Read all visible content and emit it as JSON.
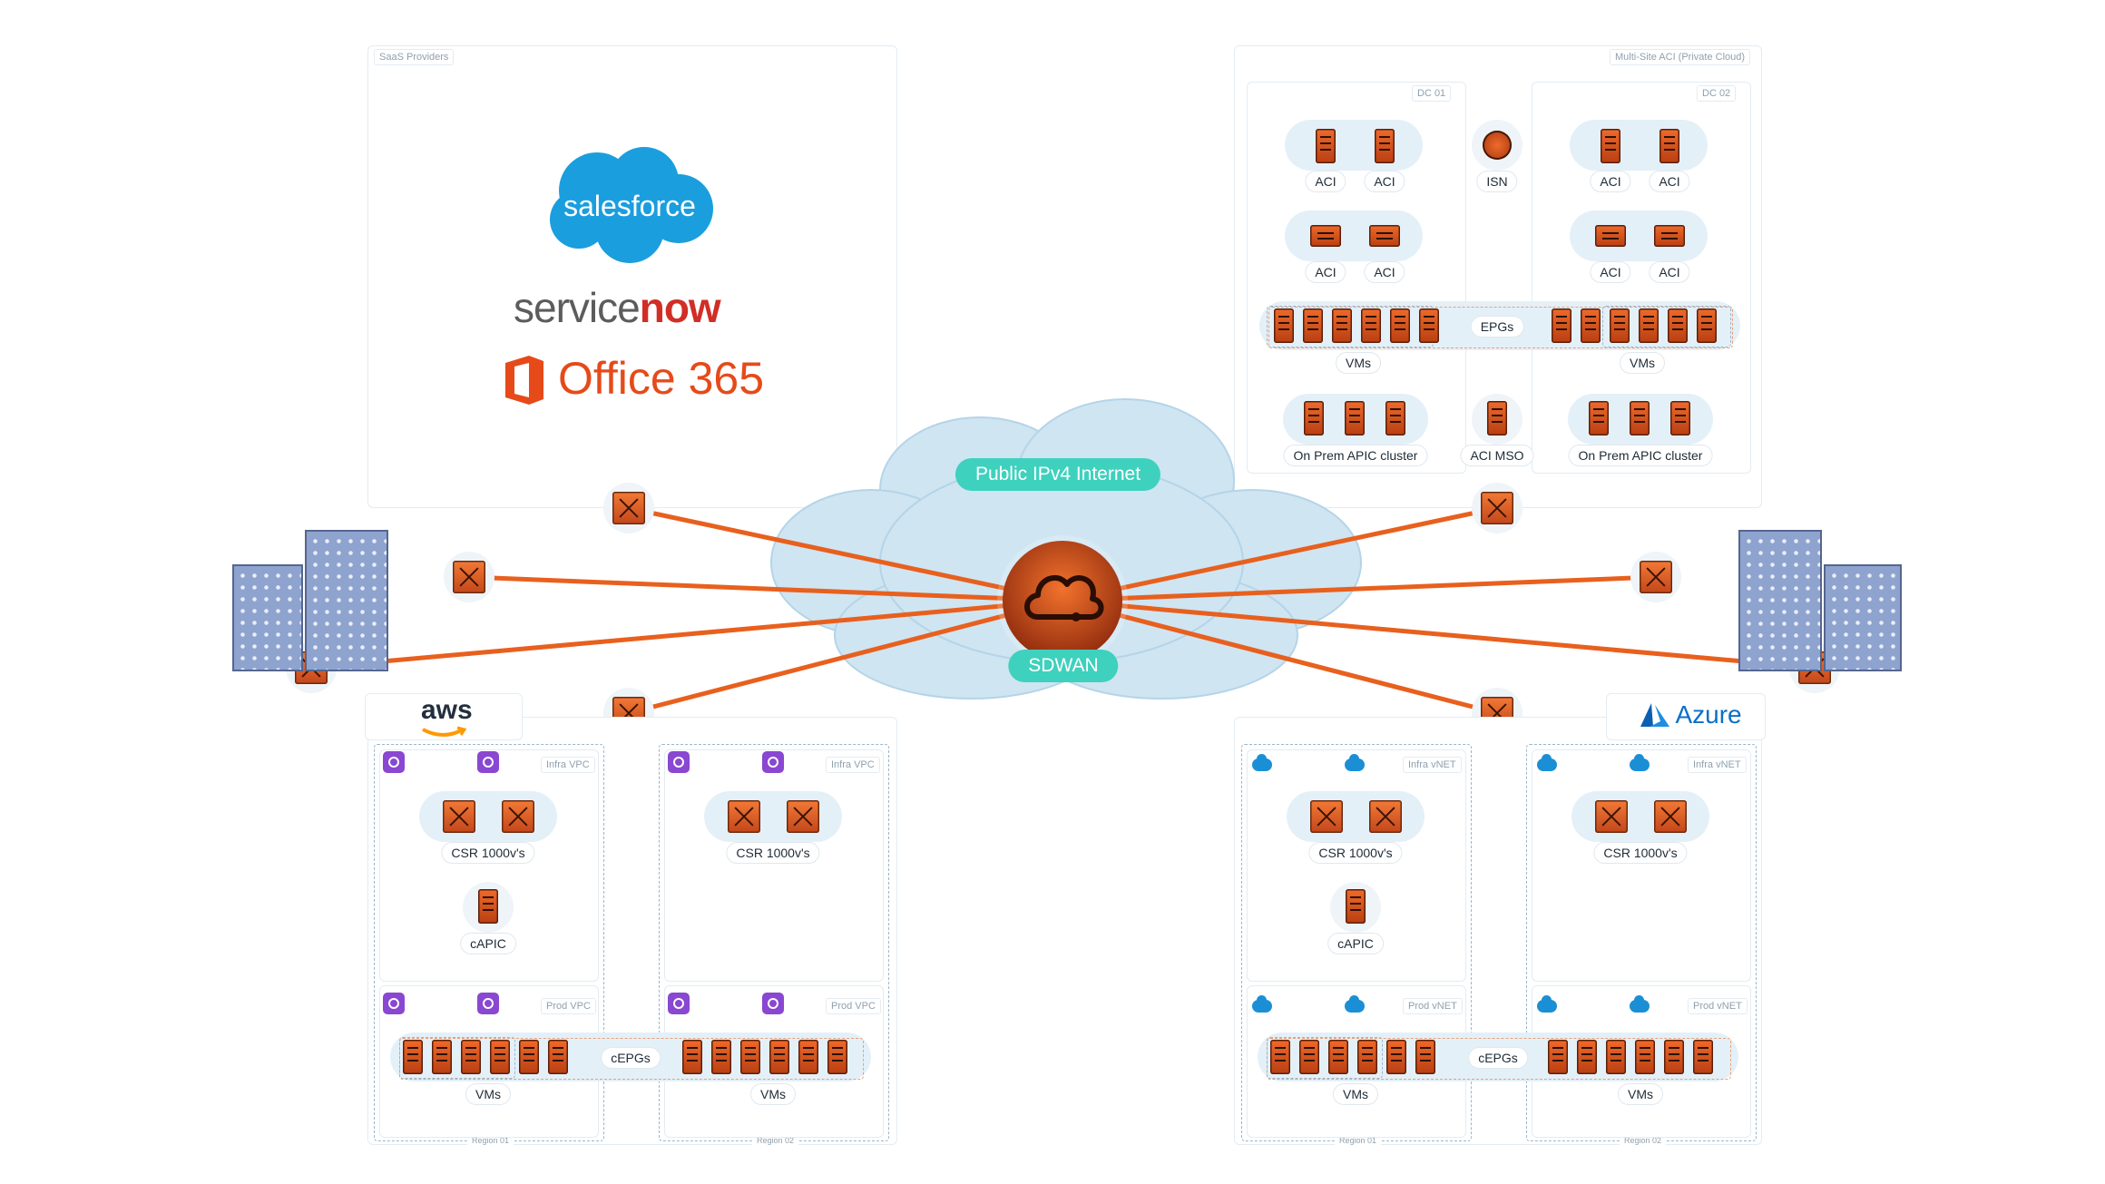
{
  "saas": {
    "tag": "SaaS Providers",
    "salesforce": "salesforce",
    "servicenow_a": "service",
    "servicenow_b": "now",
    "office": "Office 365"
  },
  "private_cloud": {
    "tag": "Multi-Site ACI (Private Cloud)",
    "dc1": "DC 01",
    "dc2": "DC 02",
    "aci": "ACI",
    "isn": "ISN",
    "epgs": "EPGs",
    "vms": "VMs",
    "apic_cluster": "On Prem APIC cluster",
    "mso": "ACI MSO"
  },
  "internet": {
    "public": "Public IPv4 Internet",
    "sdwan": "SDWAN"
  },
  "aws": {
    "logo": "aws",
    "infra_vpc": "Infra VPC",
    "prod_vpc": "Prod VPC",
    "csr": "CSR 1000v's",
    "capic": "cAPIC",
    "cepgs": "cEPGs",
    "vms": "VMs",
    "region1": "Region 01",
    "region2": "Region 02"
  },
  "azure": {
    "logo": "Azure",
    "infra_vnet": "Infra vNET",
    "prod_vnet": "Prod vNET",
    "csr": "CSR 1000v's",
    "capic": "cAPIC",
    "cepgs": "cEPGs",
    "vms": "VMs",
    "region1": "Region 01",
    "region2": "Region 02"
  },
  "colors": {
    "wire": "#e8601e",
    "sdwan_chip": "#3ed1bd",
    "cloud": "#cfe5f2",
    "aws_vpc_icon": "#8a47d1",
    "azure_icon": "#1b8fd6"
  }
}
